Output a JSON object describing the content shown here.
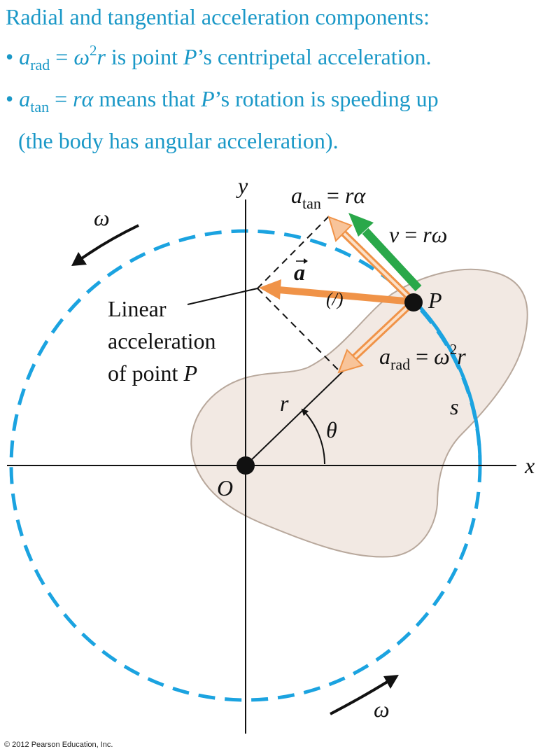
{
  "header": {
    "title": "Radial and tangential acceleration components:",
    "bullet_symbol": "•",
    "bullet1": {
      "a": "a",
      "rad_sub": "rad",
      "eq": " = ",
      "omega": "ω",
      "sq": "2",
      "r": "r",
      "text_a": " is point ",
      "P": "P",
      "text_b": "’s centripetal acceleration."
    },
    "bullet2": {
      "a": "a",
      "tan_sub": "tan",
      "eq": " = ",
      "ralpha": "rα",
      "text_a": " means that ",
      "P": "P",
      "text_b": "’s rotation is speeding up",
      "cont": "(the body has angular acceleration)."
    }
  },
  "labels": {
    "y_axis": "y",
    "x_axis": "x",
    "origin": "O",
    "point": "P",
    "radius": "r",
    "angle": "θ",
    "arc": "s",
    "omega_top": "ω",
    "omega_bottom": "ω",
    "atan": {
      "a": "a",
      "sub": "tan",
      "eq": " = ",
      "rhs": "rα"
    },
    "velocity": {
      "v": "v",
      "eq": " = ",
      "rhs": "rω"
    },
    "arad": {
      "a": "a",
      "sub": "rad",
      "eq": " = ",
      "omega": "ω",
      "sq": "2",
      "r": "r"
    },
    "a_vector": "a",
    "alpha_symbol": "(/)",
    "linear_line1": "Linear",
    "linear_line2": "acceleration",
    "linear_line3_a": "of point ",
    "linear_line3_P": "P"
  },
  "colors": {
    "header_text": "#1a98c7",
    "circle": "#1ba3e0",
    "body_fill": "#f2e9e3",
    "body_stroke": "#b8a89c",
    "accel_arrow": "#f09348",
    "accel_arrow_light": "#f8c49a",
    "velocity_arrow": "#2aa84a"
  },
  "copyright": "© 2012 Pearson Education, Inc."
}
